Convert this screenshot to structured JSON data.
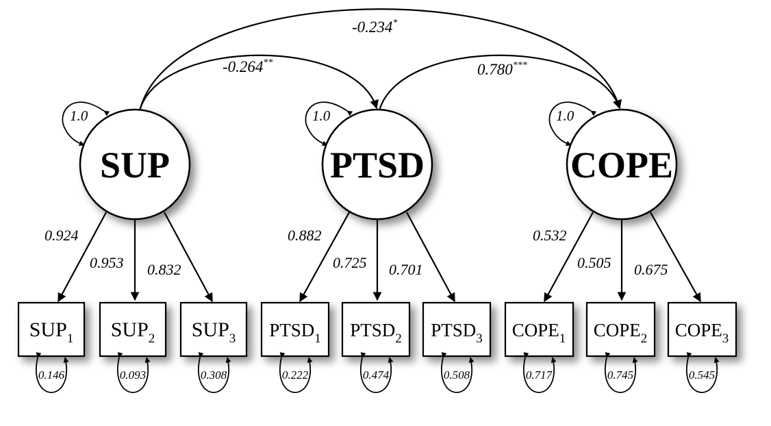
{
  "latents": [
    {
      "id": "sup",
      "label": "SUP",
      "variance": "1.0"
    },
    {
      "id": "ptsd",
      "label": "PTSD",
      "variance": "1.0"
    },
    {
      "id": "cope",
      "label": "COPE",
      "variance": "1.0"
    }
  ],
  "indicators": [
    {
      "base": "SUP",
      "sub": "1",
      "residual": "0.146",
      "loading": "0.924"
    },
    {
      "base": "SUP",
      "sub": "2",
      "residual": "0.093",
      "loading": "0.953"
    },
    {
      "base": "SUP",
      "sub": "3",
      "residual": "0.308",
      "loading": "0.832"
    },
    {
      "base": "PTSD",
      "sub": "1",
      "residual": "0.222",
      "loading": "0.882"
    },
    {
      "base": "PTSD",
      "sub": "2",
      "residual": "0.474",
      "loading": "0.725"
    },
    {
      "base": "PTSD",
      "sub": "3",
      "residual": "0.508",
      "loading": "0.701"
    },
    {
      "base": "COPE",
      "sub": "1",
      "residual": "0.717",
      "loading": "0.532"
    },
    {
      "base": "COPE",
      "sub": "2",
      "residual": "0.745",
      "loading": "0.505"
    },
    {
      "base": "COPE",
      "sub": "3",
      "residual": "0.545",
      "loading": "0.675"
    }
  ],
  "correlations": [
    {
      "from": "SUP",
      "to": "COPE",
      "value": "-0.234",
      "stars": "*"
    },
    {
      "from": "SUP",
      "to": "PTSD",
      "value": "-0.264",
      "stars": "**"
    },
    {
      "from": "PTSD",
      "to": "COPE",
      "value": "0.780",
      "stars": "***"
    }
  ]
}
